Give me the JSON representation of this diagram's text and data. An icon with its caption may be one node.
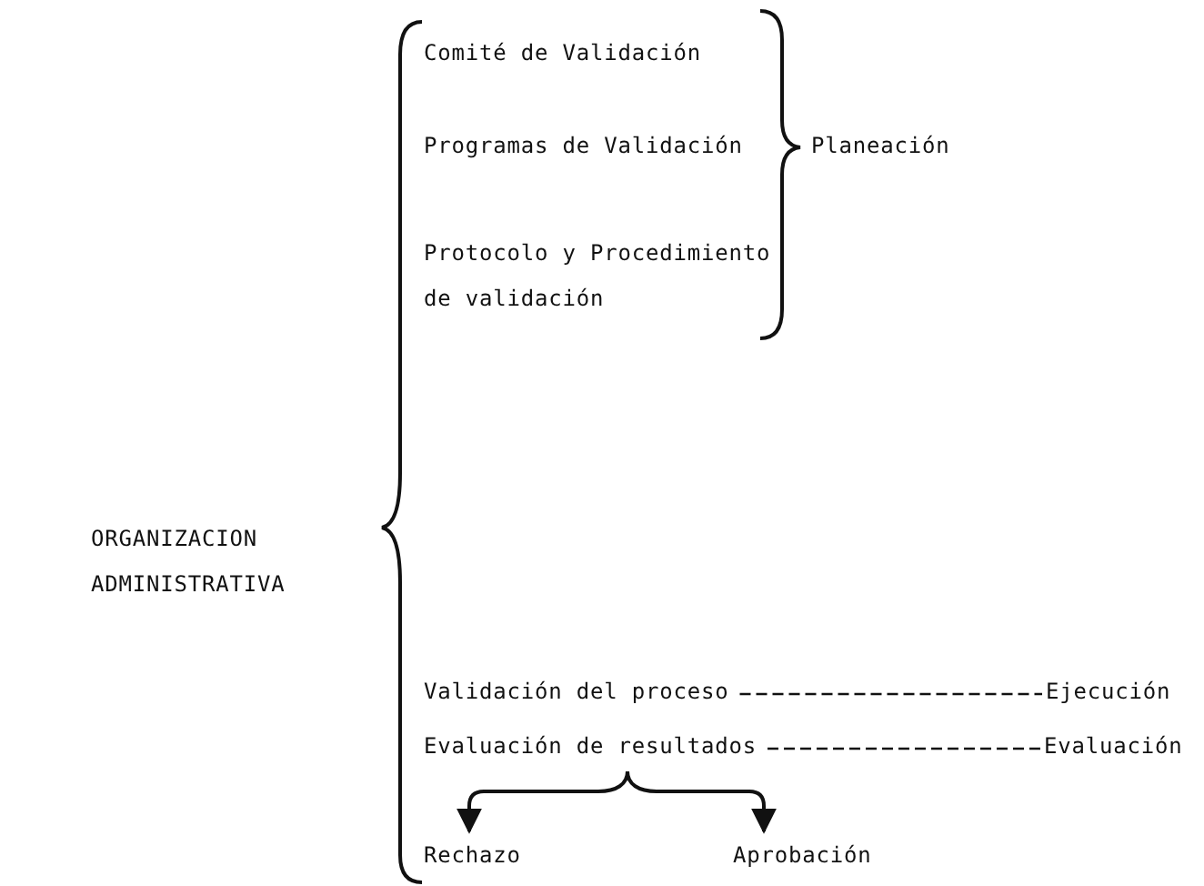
{
  "diagram": {
    "nodes": [
      {
        "text": [
          "Validación del proceso"
        ]
      },
      {
        "text": [
          "Ejecución"
        ]
      },
      {
        "text": [
          "Evaluación de resultados"
        ]
      },
      {
        "text": [
          "Evaluación"
        ]
      },
      {
        "text": [
          "Rechazo"
        ]
      },
      {
        "text": [
          "Aprobación"
        ]
      }
    ],
    "edges": [
      {
        "from": 0,
        "to": 1,
        "arrow": "none",
        "style": "dashed"
      },
      {
        "from": 2,
        "to": 3,
        "arrow": "none",
        "style": "dashed"
      },
      {
        "from": 2,
        "to": 4,
        "arrow": "to"
      },
      {
        "from": 2,
        "to": 5,
        "arrow": "to"
      }
    ],
    "labels": [
      "Comité de Validación",
      "Programas de Validación",
      "Planeación",
      "Protocolo y Procedimiento de validación",
      "ORGANIZACION ADMINISTRATIVA"
    ]
  }
}
